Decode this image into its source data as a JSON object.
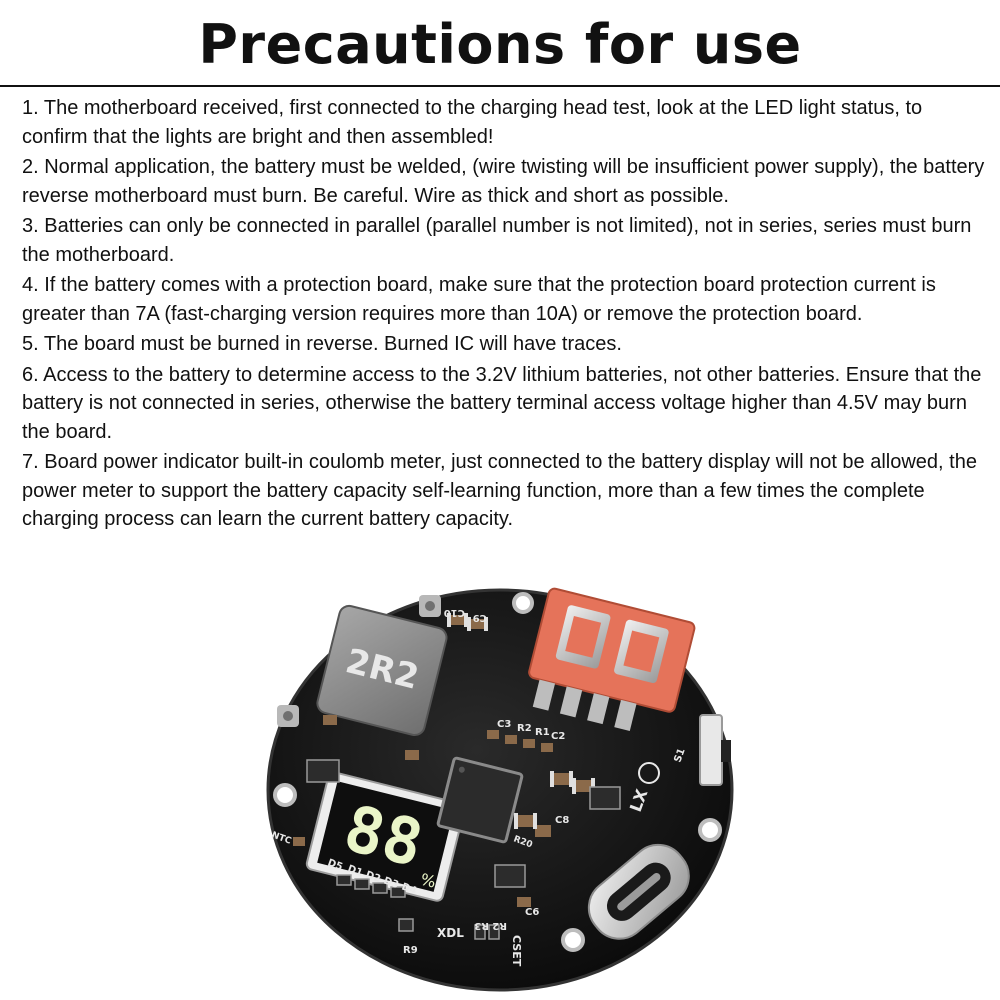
{
  "title": "Precautions for use",
  "notes": [
    "1. The motherboard received, first connected to the charging head test, look at the LED light status, to confirm that the lights are bright and then assembled!",
    "2. Normal application, the battery must be welded, (wire twisting will be insufficient power supply), the battery reverse motherboard must burn. Be careful. Wire as thick and short as possible.",
    "3. Batteries can only be connected in parallel (parallel number is not limited), not in series, series must burn the motherboard.",
    "4. If the battery comes with a protection board, make sure that the protection board protection current is greater than 7A (fast-charging version requires more than 10A) or remove the protection board.",
    "5. The board must be burned in reverse. Burned IC will have traces.",
    "6. Access to the battery to determine access to the 3.2V lithium batteries, not other batteries. Ensure that the battery is not connected in series, otherwise the battery terminal access voltage higher than 4.5V may burn the board.",
    "7. Board power indicator built-in coulomb meter, just connected to the battery display will not be allowed, the power meter to support the battery capacity self-learning function, more than a few times the complete charging process can learn the current battery capacity."
  ],
  "board": {
    "inductor_marking": "2R2",
    "display_digits": "88",
    "display_percent": "%",
    "labels": {
      "ntc": "NTC",
      "xdl": "XDL",
      "cset": "CSET",
      "lx": "LX",
      "c10": "C10",
      "c9": "C9",
      "c3": "C3",
      "r2": "R2",
      "r1": "R1",
      "c2": "C2",
      "d5": "D5",
      "d1": "D1",
      "d2": "D2",
      "d3": "D3",
      "d4": "D4",
      "r9": "R9",
      "r3": "R3",
      "c6": "C6",
      "s1": "S1",
      "c8": "C8",
      "r20": "R20"
    }
  },
  "colors": {
    "pcb": "#141414",
    "usb_housing": "#e5735a",
    "metal": "#c9c9c9",
    "inductor": "#8c8c8c",
    "display_segment": "#eaf5c8"
  }
}
